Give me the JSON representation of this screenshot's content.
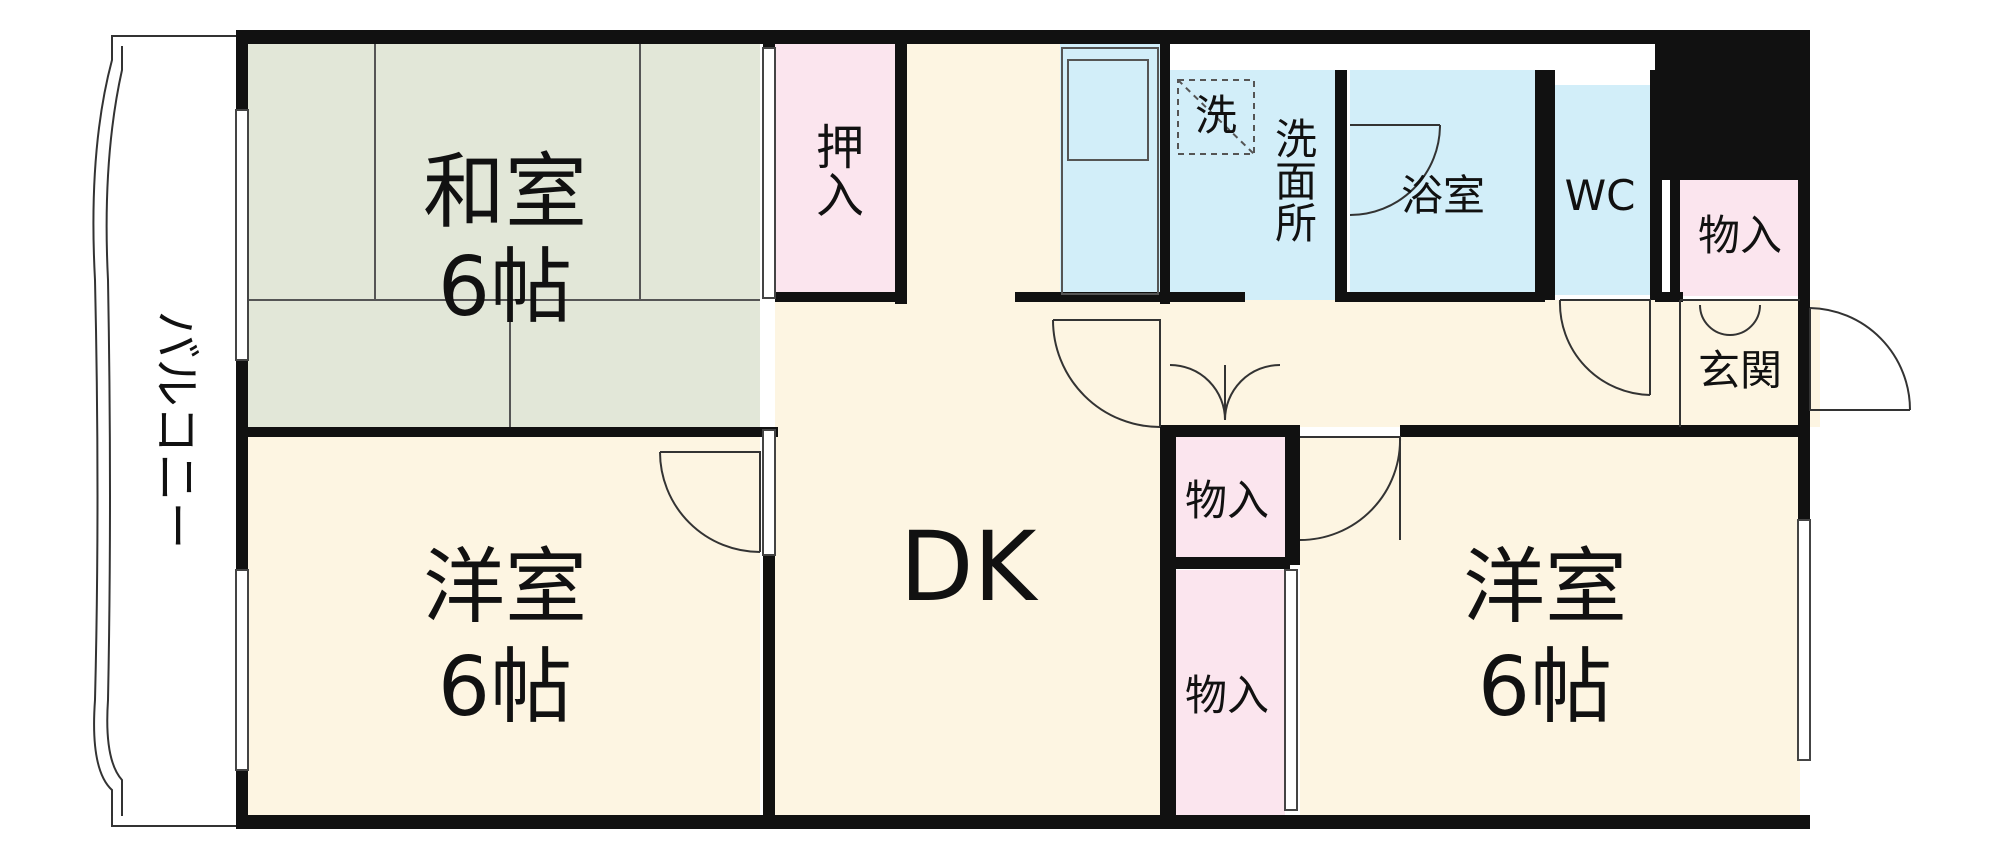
{
  "labels": {
    "balcony": "バルコニー",
    "washitsu_name": "和室",
    "washitsu_size": "6帖",
    "oshiire": "押入",
    "dk": "DK",
    "washing": "洗",
    "senmenjo": "洗面所",
    "yokushitsu": "浴室",
    "wc": "WC",
    "monoire_top": "物入",
    "genkan": "玄関",
    "monoire_mid": "物入",
    "monoire_low": "物入",
    "youshitsu_left_name": "洋室",
    "youshitsu_left_size": "6帖",
    "youshitsu_right_name": "洋室",
    "youshitsu_right_size": "6帖"
  },
  "colors": {
    "wall": "#111111",
    "tatami": "#e2e7d8",
    "floor": "#fdf5e2",
    "closet": "#fbe5ee",
    "wet_area": "#d2eef9",
    "background": "#ffffff"
  }
}
